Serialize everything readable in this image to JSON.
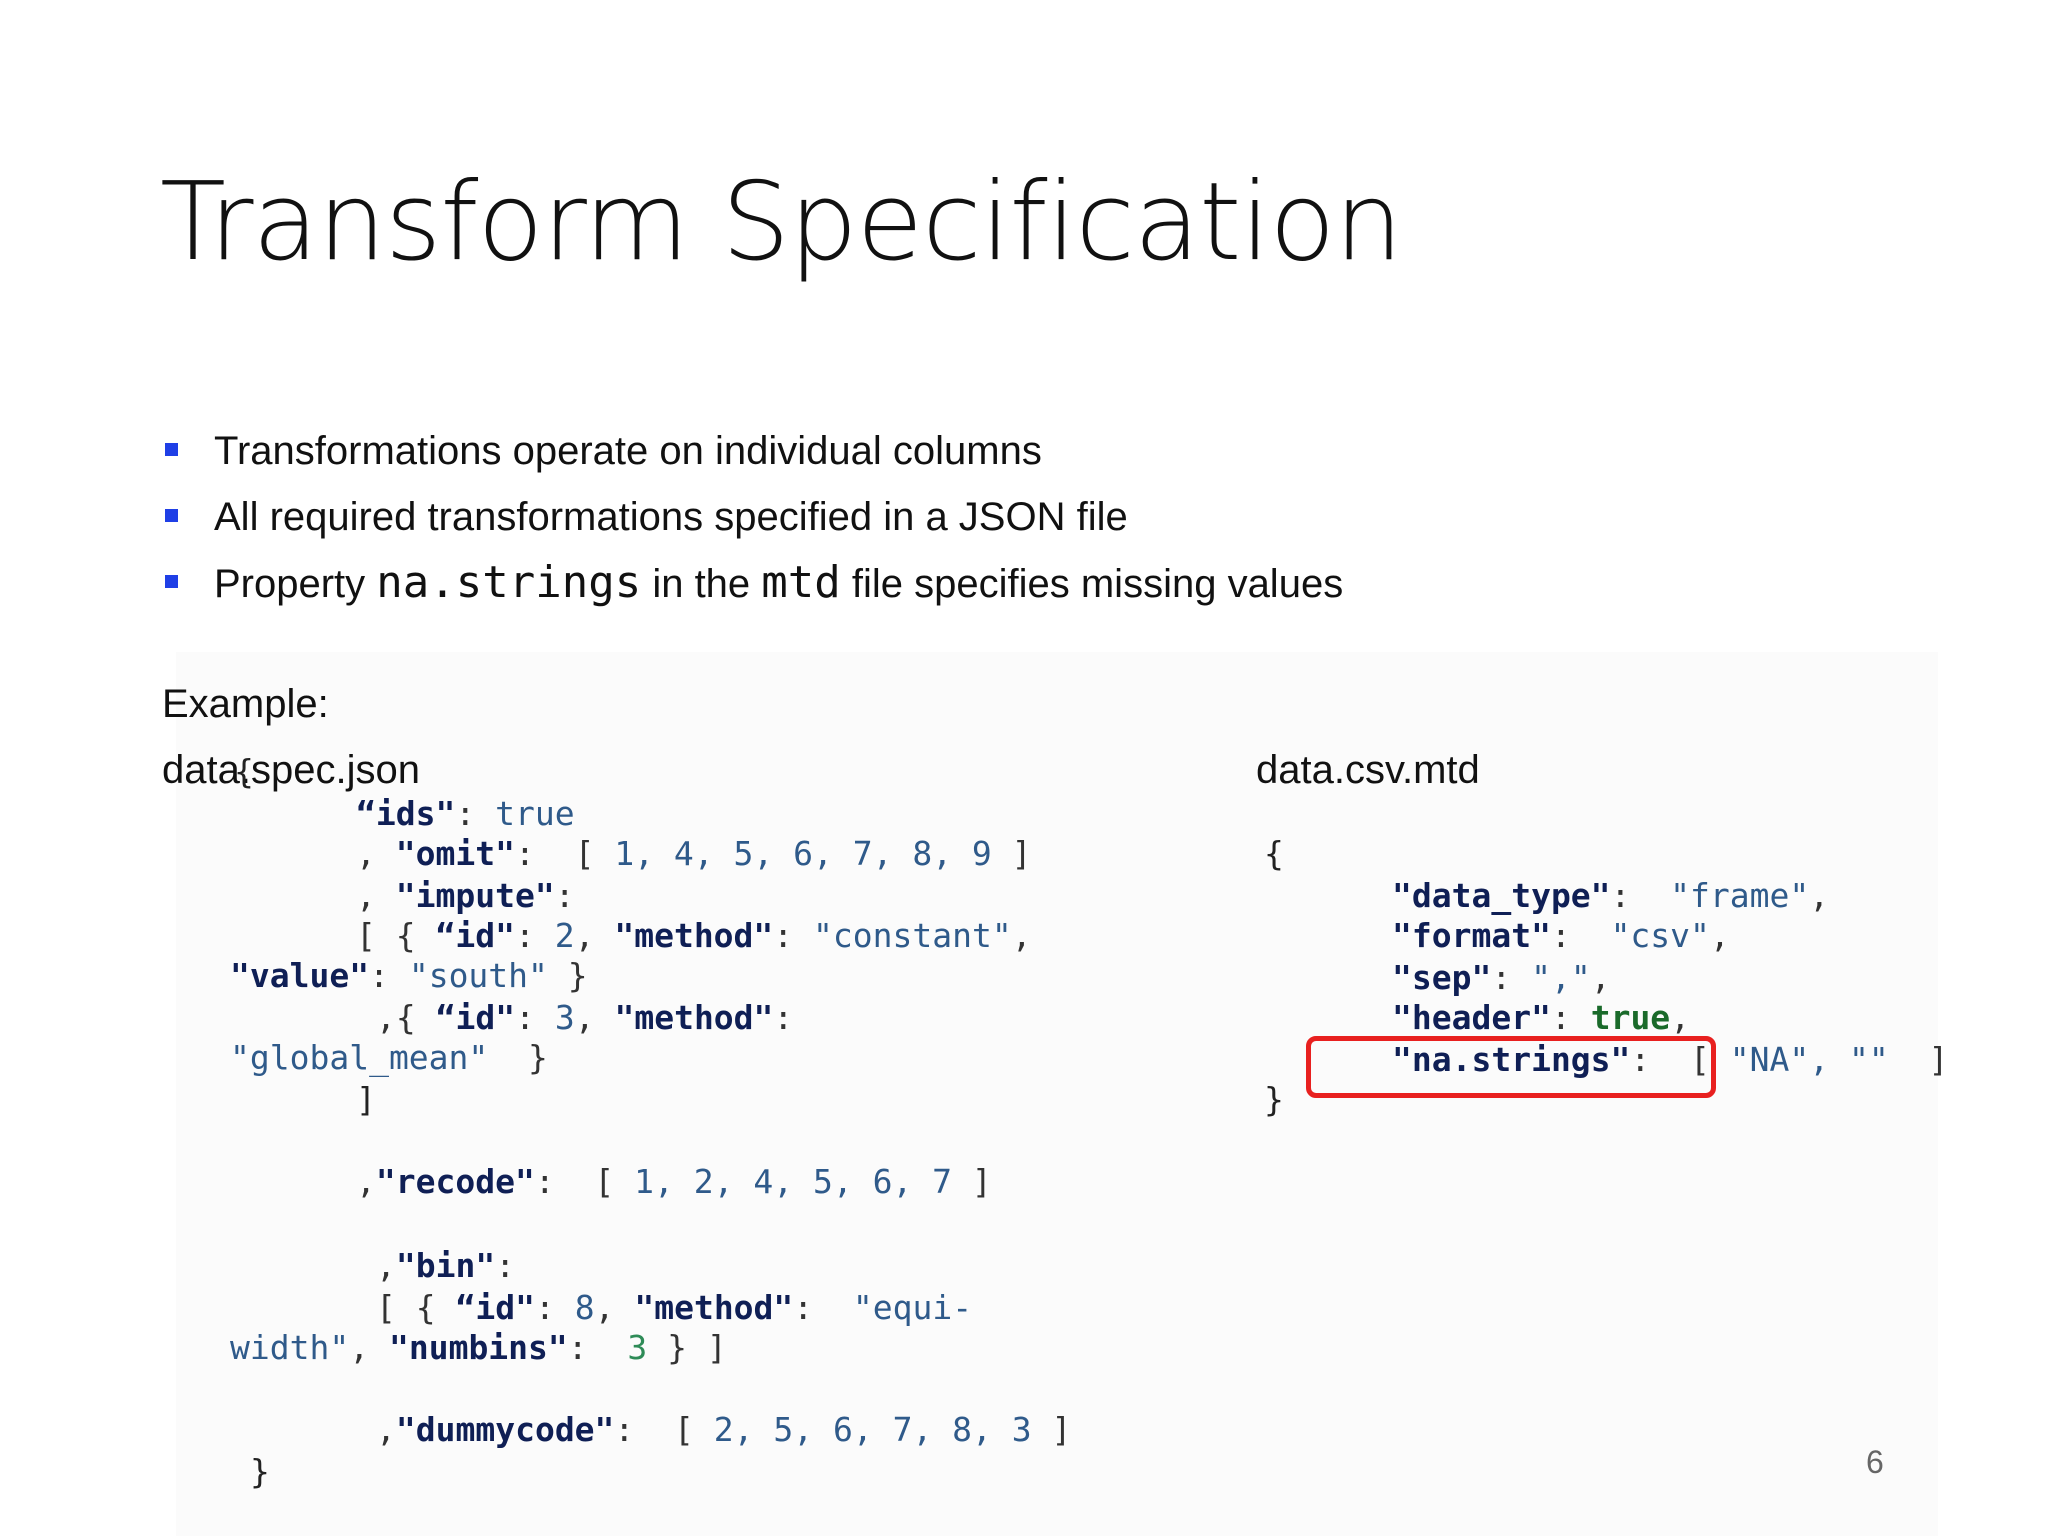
{
  "slide": {
    "title": "Transform Specification",
    "bullets": [
      {
        "text": "Transformations operate on individual columns"
      },
      {
        "text": "All required transformations specified in a JSON file"
      },
      {
        "prefix": "Property ",
        "code1": "na.strings",
        "middle": " in the ",
        "code2": "mtd",
        "suffix": " file specifies missing values"
      }
    ],
    "example_label": "Example:",
    "left_file_label": "data.spec.json",
    "right_file_label": "data.csv.mtd",
    "page_number": "6"
  },
  "spec_json": {
    "ids_key": "“ids\"",
    "ids_value": "true",
    "omit_key": "\"omit\"",
    "omit_values": "1, 4, 5, 6, 7, 8, 9",
    "impute_key": "\"impute\"",
    "impute_1_id_key": "“id\"",
    "impute_1_id": "2",
    "method_key": "\"method\"",
    "impute_1_method": "\"constant\"",
    "value_key": "\"value\"",
    "impute_1_value": "\"south\"",
    "impute_2_id_key": "“id\"",
    "impute_2_id": "3",
    "impute_2_method": "\"global_mean\"",
    "recode_key": "\"recode\"",
    "recode_values": "1, 2, 4, 5, 6, 7",
    "bin_key": "\"bin\"",
    "bin_id_key": "“id\"",
    "bin_id": "8",
    "bin_method_part1": "\"equi-",
    "bin_method_part2": "width\"",
    "numbins_key": "\"numbins\"",
    "numbins": "3",
    "dummycode_key": "\"dummycode\"",
    "dummycode_values": "2, 5, 6, 7, 8, 3"
  },
  "mtd_json": {
    "data_type_key": "\"data_type\"",
    "data_type_value": "\"frame\"",
    "format_key": "\"format\"",
    "format_value": "\"csv\"",
    "sep_key": "\"sep\"",
    "sep_value": "\",\"",
    "header_key": "\"header\"",
    "header_value": "true",
    "na_strings_key": "\"na.strings\"",
    "na_strings_values": "\"NA\", \"\""
  },
  "colors": {
    "bullet": "#1f3fe6",
    "highlight": "#e8201f",
    "key": "#0f1f55",
    "value": "#2f5a8a",
    "boolean": "#1a6a2a"
  }
}
